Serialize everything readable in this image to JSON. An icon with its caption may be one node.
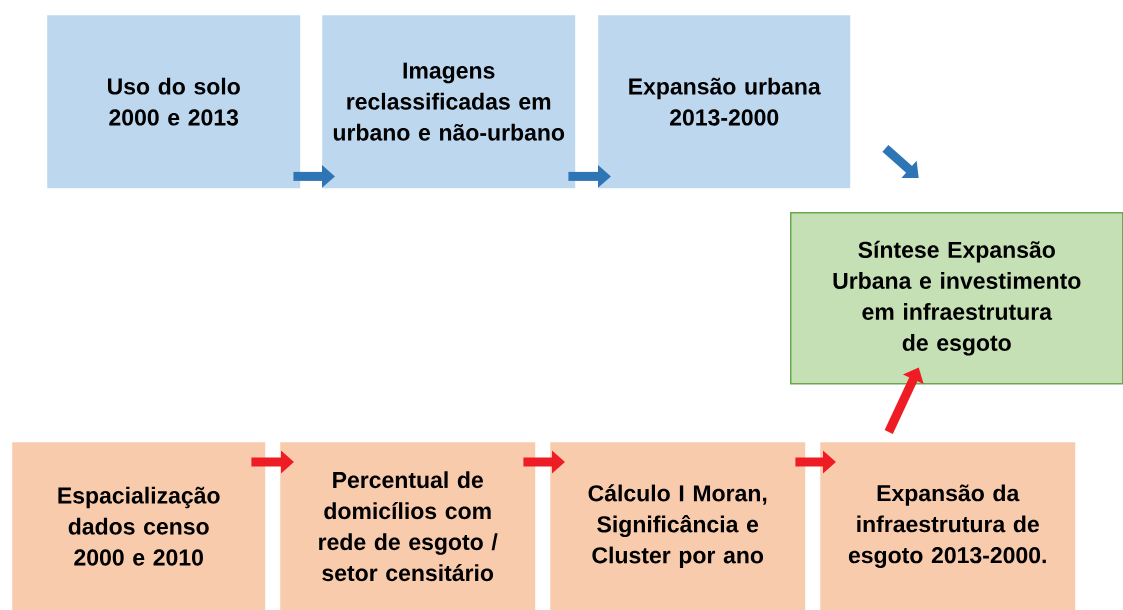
{
  "diagram": {
    "nodes": [
      {
        "text": [
          "Uso do solo 2000 e 2013"
        ]
      },
      {
        "text": [
          "Imagens reclassificadas em urbano e não-urbano"
        ]
      },
      {
        "text": [
          "Expansão urbana 2013-2000"
        ]
      },
      {
        "text": [
          "Síntese Expansão Urbana e investimento em infraestrutura de esgoto"
        ]
      },
      {
        "text": [
          "Espacialização dados censo 2000 e 2010"
        ]
      },
      {
        "text": [
          "Percentual de domicílios com rede de esgoto / setor censitário"
        ]
      },
      {
        "text": [
          "Cálculo I Moran, Significância e Cluster por ano"
        ]
      },
      {
        "text": [
          "Expansão da infraestrutura de esgoto 2013-2000."
        ]
      }
    ],
    "edges": [
      {
        "from": 0,
        "to": 1,
        "arrow": "to",
        "color": "#2e75b6"
      },
      {
        "from": 1,
        "to": 2,
        "arrow": "to",
        "color": "#2e75b6"
      },
      {
        "from": 2,
        "to": 3,
        "arrow": "to",
        "color": "#2e75b6"
      },
      {
        "from": 4,
        "to": 5,
        "arrow": "to",
        "color": "#ee1c24"
      },
      {
        "from": 5,
        "to": 6,
        "arrow": "to",
        "color": "#ee1c24"
      },
      {
        "from": 6,
        "to": 7,
        "arrow": "to",
        "color": "#ee1c24"
      },
      {
        "from": 7,
        "to": 3,
        "arrow": "to",
        "color": "#ee1c24"
      }
    ]
  }
}
